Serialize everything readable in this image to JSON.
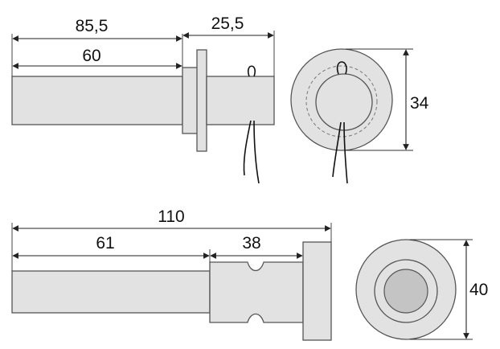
{
  "top_assembly": {
    "dim_overall": "85,5",
    "dim_shank": "60",
    "dim_head": "25,5",
    "dim_diameter": "34"
  },
  "bottom_assembly": {
    "dim_overall": "110",
    "dim_shank": "61",
    "dim_body": "38",
    "dim_diameter": "40"
  },
  "colors": {
    "part_fill": "#e2e2e2",
    "part_stroke": "#555555",
    "inner_circle": "#c4c4c4",
    "line": "#222222"
  }
}
